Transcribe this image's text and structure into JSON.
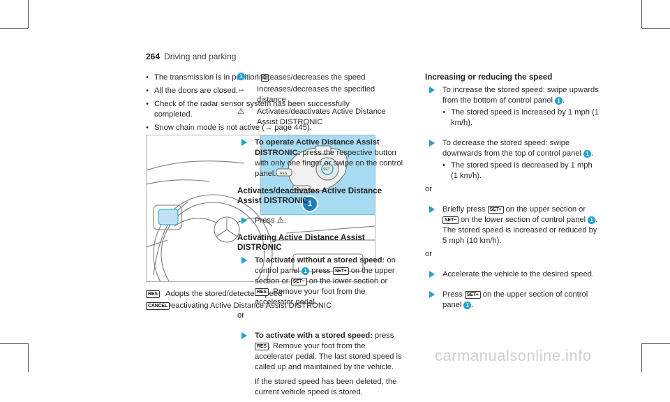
{
  "header": {
    "page_number": "264",
    "title": "Driving and parking"
  },
  "col1": {
    "bullets": [
      {
        "pre": "The transmission is in position ",
        "key": "D",
        "post": "."
      },
      {
        "pre": "All the doors are closed.",
        "key": "",
        "post": ""
      },
      {
        "pre": "Check of the radar sensor system has been successfully completed.",
        "key": "",
        "post": ""
      },
      {
        "pre": "Snow chain mode is not active (",
        "key": "",
        "post": "→ page 445)."
      }
    ],
    "figure": {
      "callout": "1",
      "btn_res": "RES",
      "btn_cancel": "CANCEL",
      "btn_set": "SET"
    },
    "legend": [
      {
        "key": "RES",
        "text": "Adopts the stored/detected speed"
      },
      {
        "key": "CANCEL",
        "text": "Deactivating Active Distance Assist DISTRONIC"
      }
    ]
  },
  "col2": {
    "legend": [
      {
        "lead": "1",
        "text": "Increases/decreases the speed"
      },
      {
        "lead": "↔",
        "text": "Increases/decreases the specified distance"
      },
      {
        "lead": "⚠",
        "text": "Activates/deactivates Active Distance Assist DISTRONIC"
      }
    ],
    "operate": {
      "strong": "To operate Active Distance Assist DISTRONIC:",
      "text": " press the respective button with only one finger or swipe on the control panel."
    },
    "h_activate": "Activates/deactivates Active Distance Assist DISTRONIC",
    "press": {
      "pre": "Press ",
      "post": "."
    },
    "h_activating": "Activating Active Distance Assist DISTRONIC",
    "step1": {
      "strong": "To activate without a stored speed:",
      "t1": " on control panel ",
      "n": "1",
      "t2": " press ",
      "k1": "SET+",
      "t3": " on the upper section or ",
      "k2": "SET−",
      "t4": " on the lower section or ",
      "k3": "RES",
      "t5": ". Remove your foot from the accelerator pedal."
    },
    "or1": "or",
    "step2": {
      "strong": "To activate with a stored speed:",
      "t1": " press ",
      "k1": "RES",
      "t2": ". Remove your foot from the accelerator pedal. The last stored speed is called up and maintained by the vehicle."
    },
    "step2_note": "If the stored speed has been deleted, the current vehicle speed is stored."
  },
  "col3": {
    "heading": "Increasing or reducing the speed",
    "inc": {
      "t1": "To increase the stored speed: swipe upwards from the bottom of control panel ",
      "n": "1",
      "t2": ".",
      "sub": "The stored speed is increased by 1 mph (1 km/h)."
    },
    "dec": {
      "t1": "To decrease the stored speed: swipe downwards from the top of control panel ",
      "n": "1",
      "t2": ".",
      "sub": "The stored speed is decreased by 1 mph (1 km/h)."
    },
    "or1": "or",
    "brief": {
      "t1": "Briefly press ",
      "k1": "SET+",
      "t2": " on the upper section or ",
      "k2": "SET−",
      "t3": " on the lower section of control panel ",
      "n": "1",
      "t4": ".",
      "t5": "The stored speed is increased or reduced by 5 mph (10 km/h)."
    },
    "or2": "or",
    "accel": "Accelerate the vehicle to the desired speed.",
    "press": {
      "t1": "Press ",
      "k1": "SET+",
      "t2": " on the upper section of control panel ",
      "n": "1",
      "t3": "."
    }
  },
  "watermark": "carmanualsonline.info"
}
